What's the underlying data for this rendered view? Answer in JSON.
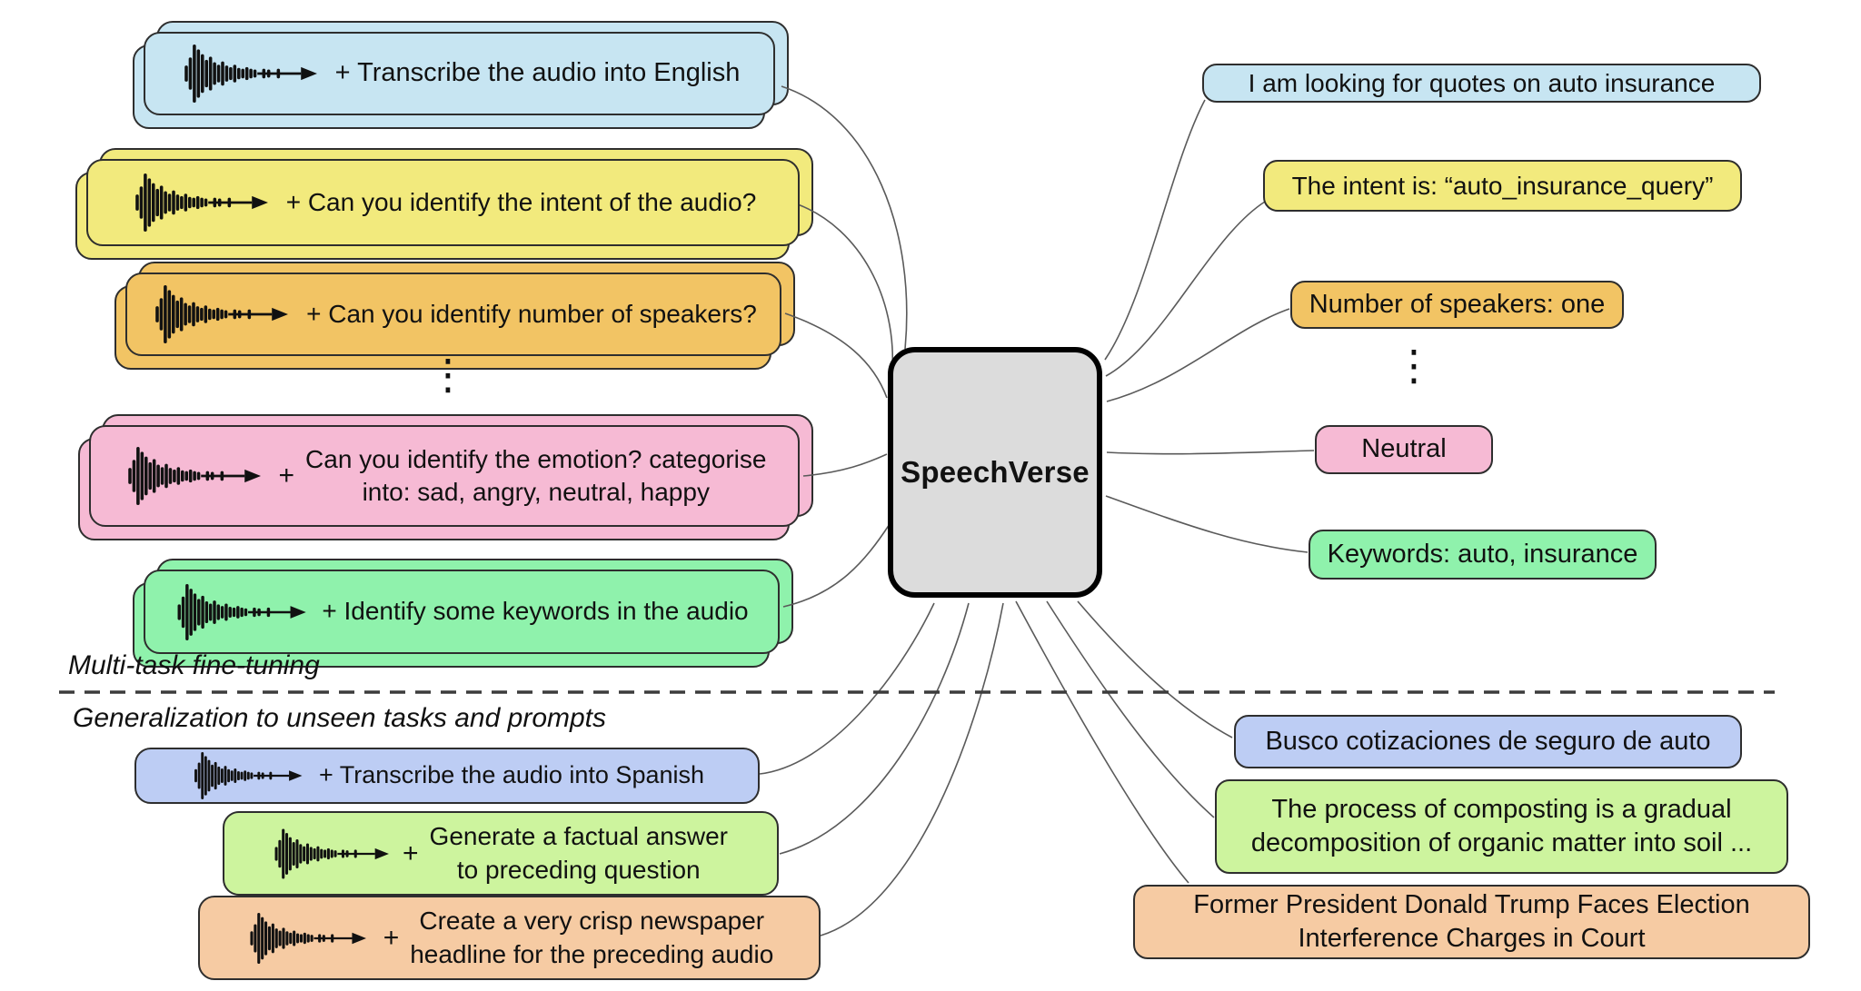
{
  "diagram": {
    "center_label": "SpeechVerse",
    "section_top_label": "Multi-task fine-tuning",
    "section_bottom_label": "Generalization to unseen tasks and prompts",
    "ellipsis_left": "⋮",
    "ellipsis_right": "⋮"
  },
  "icons": {
    "waveform": "audio-waveform-arrow-icon"
  },
  "colors": {
    "card_border": "#2e2e2e",
    "connector": "#5a5a5a",
    "divider": "#3c3c3c",
    "center_fill": "#dcdcdc",
    "center_border": "#000000",
    "blue": "#c7e5f2",
    "yellow": "#f2ea7d",
    "orange": "#f2c464",
    "pink": "#f6bad4",
    "green": "#8ff2ac",
    "periwinkle": "#bdcdf4",
    "light_green": "#cdf49e",
    "salmon": "#f6cba3"
  },
  "prompt_cards": [
    {
      "id": "transcribe-english",
      "color": "#c7e5f2",
      "stacked": true,
      "plus": "",
      "lines": [
        "+ Transcribe the audio into English"
      ]
    },
    {
      "id": "identify-intent",
      "color": "#f2ea7d",
      "stacked": true,
      "plus": "",
      "lines": [
        "+ Can you identify the intent of the audio?"
      ]
    },
    {
      "id": "count-speakers",
      "color": "#f2c464",
      "stacked": true,
      "plus": "",
      "lines": [
        "+ Can you identify number of speakers?"
      ]
    },
    {
      "id": "identify-emotion",
      "color": "#f6bad4",
      "stacked": true,
      "plus": "+",
      "lines": [
        "Can you identify the emotion? categorise",
        "into: sad, angry, neutral, happy"
      ]
    },
    {
      "id": "identify-keywords",
      "color": "#8ff2ac",
      "stacked": true,
      "plus": "",
      "lines": [
        "+ Identify some keywords in the audio"
      ]
    },
    {
      "id": "transcribe-spanish",
      "color": "#bdcdf4",
      "stacked": false,
      "plus": "",
      "lines": [
        "+ Transcribe the audio into Spanish"
      ]
    },
    {
      "id": "factual-answer",
      "color": "#cdf49e",
      "stacked": false,
      "plus": "+",
      "lines": [
        "Generate a factual answer",
        "to preceding question"
      ]
    },
    {
      "id": "newspaper-headline",
      "color": "#f6cba3",
      "stacked": false,
      "plus": "+",
      "lines": [
        "Create a very crisp newspaper",
        "headline for the preceding audio"
      ]
    }
  ],
  "output_cards": [
    {
      "id": "transcript-output",
      "color": "#c7e5f2",
      "lines": [
        "I am looking for quotes on auto insurance"
      ]
    },
    {
      "id": "intent-output",
      "color": "#f2ea7d",
      "lines": [
        "The intent is: “auto_insurance_query”"
      ]
    },
    {
      "id": "speakers-output",
      "color": "#f2c464",
      "lines": [
        "Number of speakers: one"
      ]
    },
    {
      "id": "emotion-output",
      "color": "#f6bad4",
      "lines": [
        "Neutral"
      ]
    },
    {
      "id": "keywords-output",
      "color": "#8ff2ac",
      "lines": [
        "Keywords: auto, insurance"
      ]
    },
    {
      "id": "spanish-transcript-output",
      "color": "#bdcdf4",
      "lines": [
        "Busco cotizaciones de seguro de auto"
      ]
    },
    {
      "id": "factual-answer-output",
      "color": "#cdf49e",
      "lines": [
        "The process of composting is a gradual",
        "decomposition of organic matter into soil ..."
      ]
    },
    {
      "id": "headline-output",
      "color": "#f6cba3",
      "lines": [
        "Former President Donald Trump Faces Election",
        "Interference Charges in Court"
      ]
    }
  ]
}
